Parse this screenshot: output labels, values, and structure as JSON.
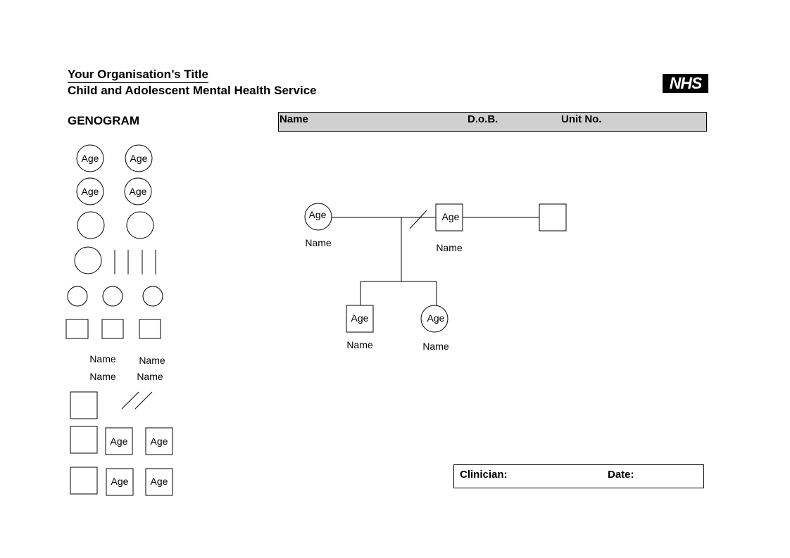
{
  "header": {
    "org_title": "Your Organisation’s Title",
    "service_name": "Child and Adolescent Mental Health Service",
    "logo_text": "NHS",
    "page_heading": "GENOGRAM"
  },
  "id_bar": {
    "name_label": "Name",
    "dob_label": "D.o.B.",
    "unit_label": "Unit No."
  },
  "palette": {
    "circle_label_1": "Age",
    "circle_label_2": "Age",
    "circle_label_3": "Age",
    "circle_label_4": "Age",
    "name_1": "Name",
    "name_2": "Name",
    "name_3": "Name",
    "name_4": "Name",
    "square_label_1": "Age",
    "square_label_2": "Age",
    "square_label_3": "Age",
    "square_label_4": "Age"
  },
  "diagram": {
    "mother_label": "Age",
    "mother_name": "Name",
    "father_label": "Age",
    "father_name": "Name",
    "son_label": "Age",
    "son_name": "Name",
    "daughter_label": "Age",
    "daughter_name": "Name"
  },
  "footer": {
    "clinician_label": "Clinician:",
    "date_label": "Date:"
  }
}
